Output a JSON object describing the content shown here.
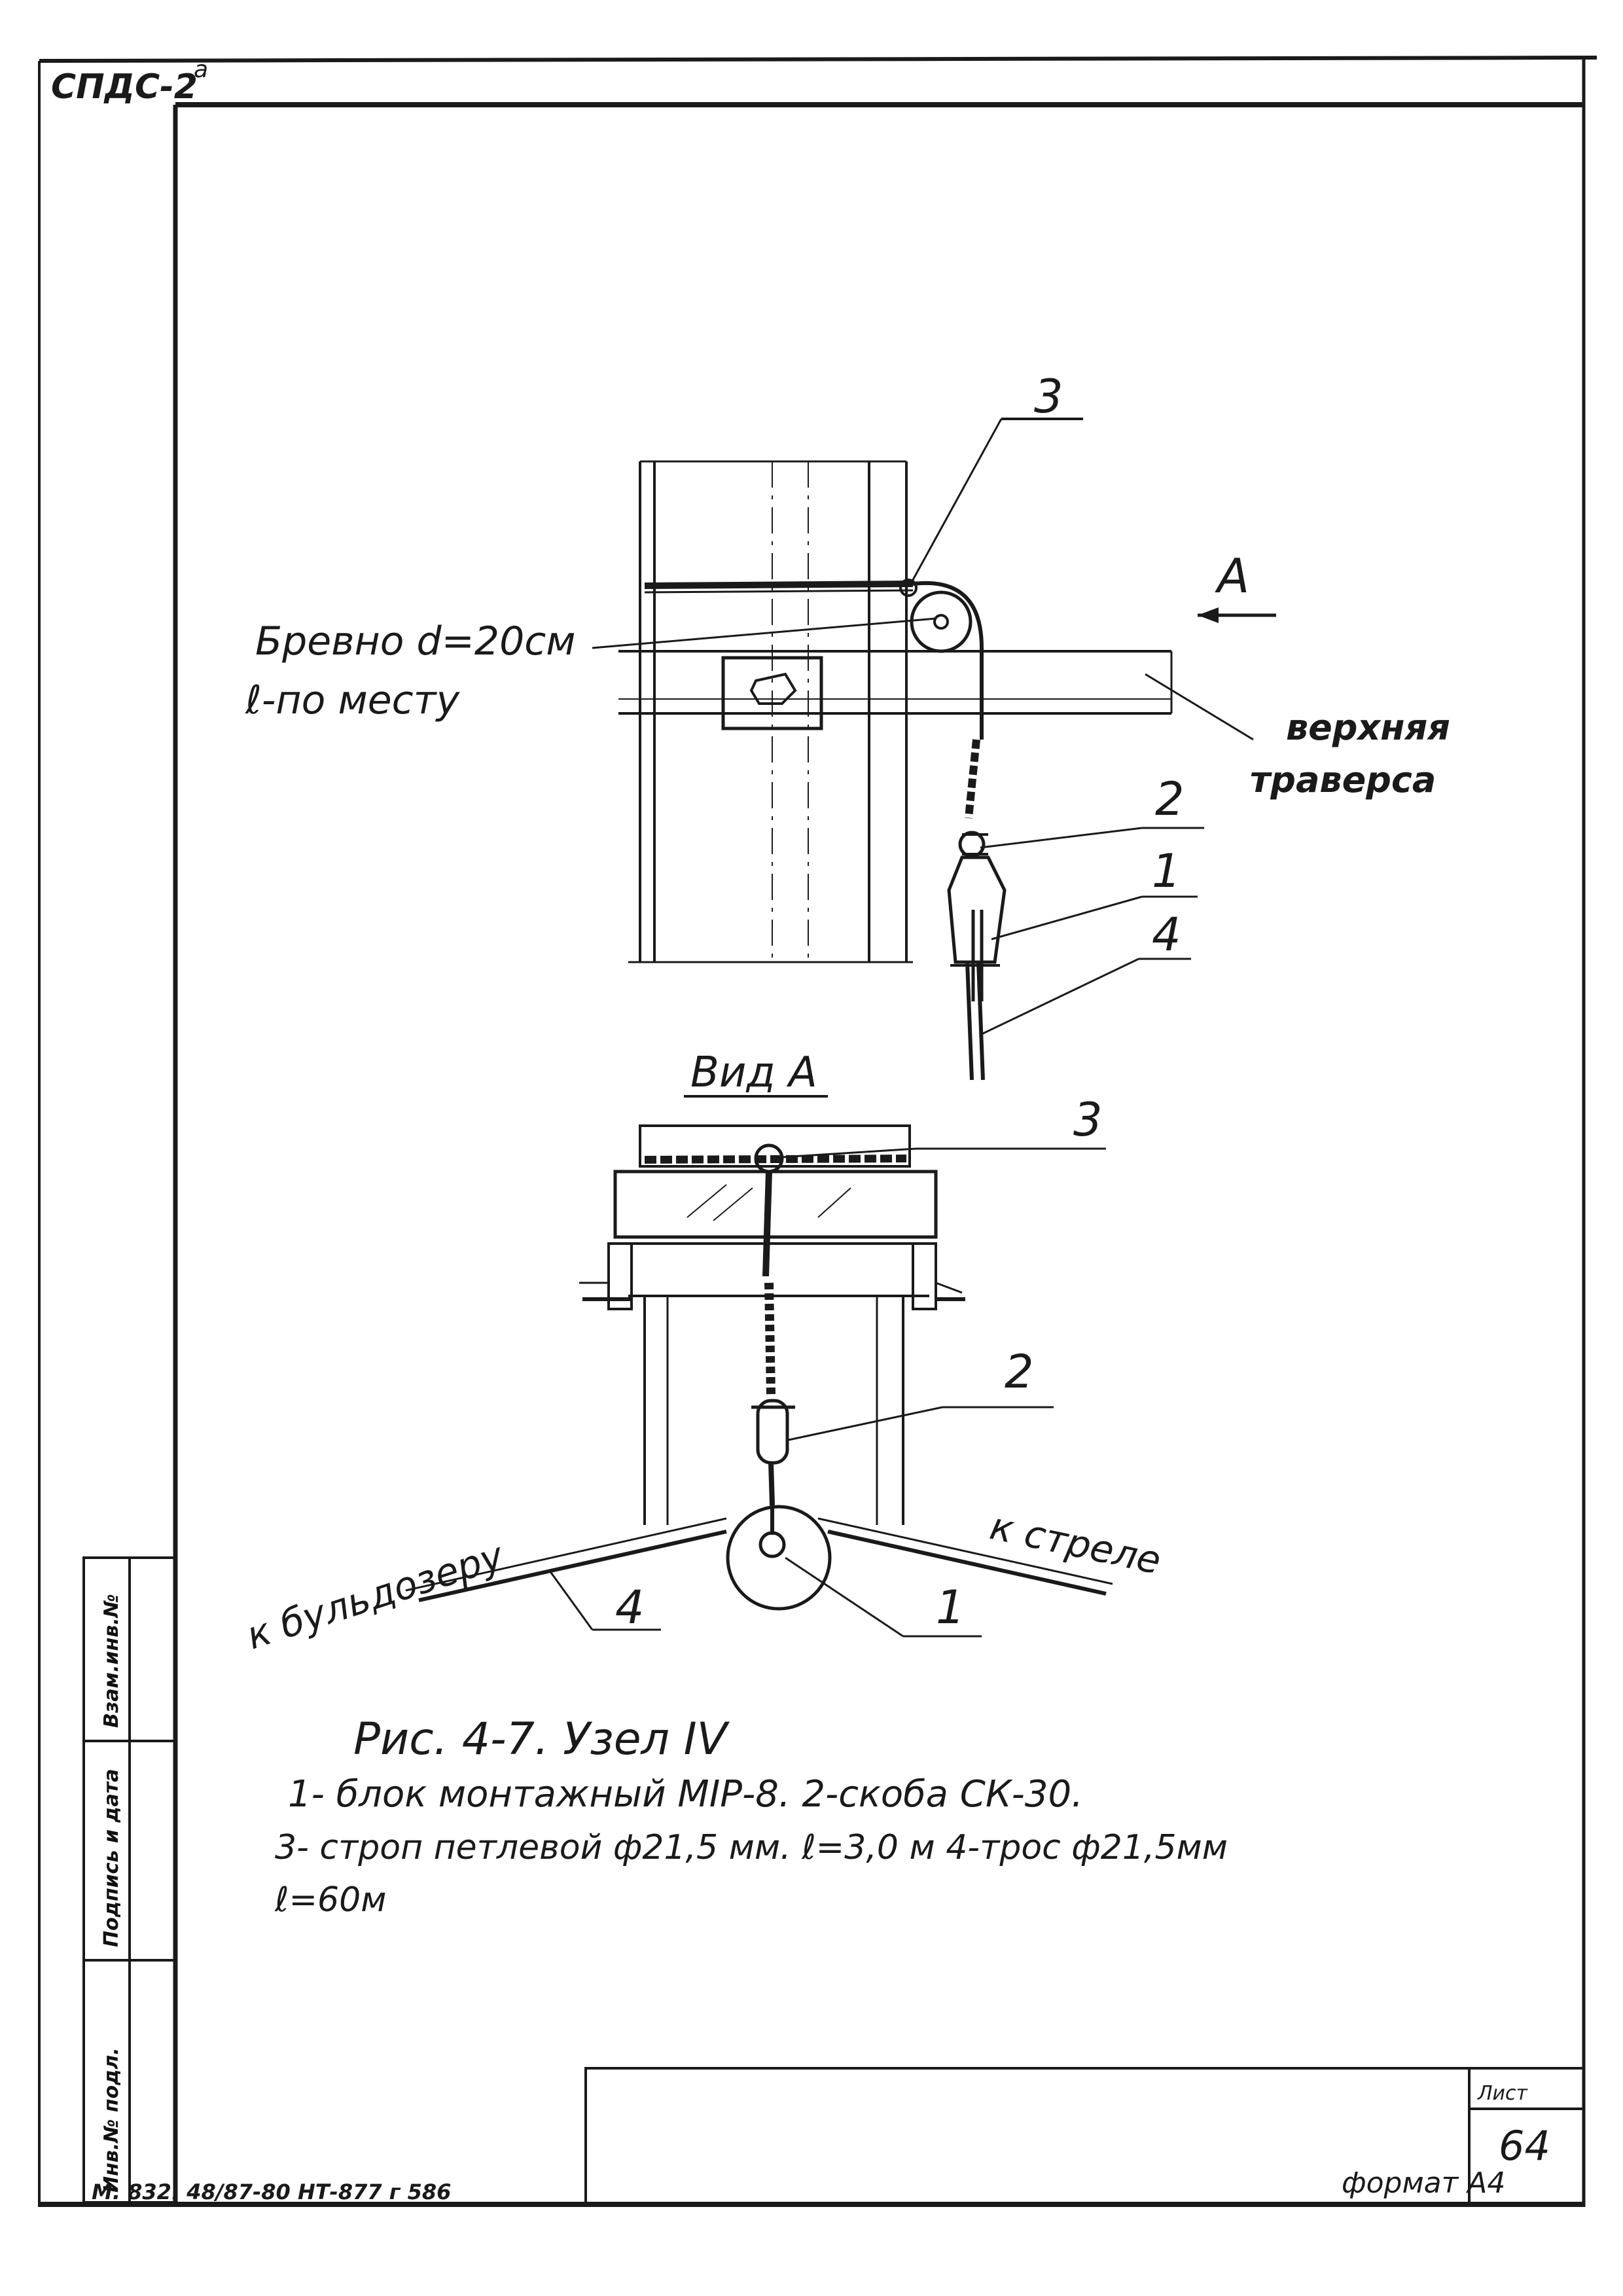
{
  "sheet": {
    "series_code": "СПДС-2",
    "series_suffix": "а",
    "sheet_label": "Лист",
    "sheet_number": "64",
    "format": "формат А4",
    "bottom_code": "М. 832. 48/87-80 НТ-877 г 586"
  },
  "side_stamp": {
    "inv_podl": "Инв.№ подл.",
    "podpis_data": "Подпись и дата",
    "vzam_inv": "Взам.инв.№"
  },
  "drawing": {
    "label_log": "Бревно d=20см",
    "label_log_length": "ℓ-по месту",
    "label_traverse_1": "верхняя",
    "label_traverse_2": "траверса",
    "arrow_a": "А",
    "view_a": "Вид А",
    "pos_3_top": "3",
    "pos_2_top": "2",
    "pos_1_top": "1",
    "pos_4_top": "4",
    "pos_3_bottom": "3",
    "pos_2_bottom": "2",
    "pos_1_bottom": "1",
    "pos_4_bottom": "4",
    "to_bulldozer": "к бульдозеру",
    "to_boom": "к стреле"
  },
  "caption": {
    "title": "Рис. 4-7. Узел IV",
    "line1": "1- блок монтажный МIР-8. 2-скоба СК-30.",
    "line2": "3- строп петлевой ф21,5 мм. ℓ=3,0 м 4-трос ф21,5мм",
    "line3": "ℓ=60м"
  }
}
